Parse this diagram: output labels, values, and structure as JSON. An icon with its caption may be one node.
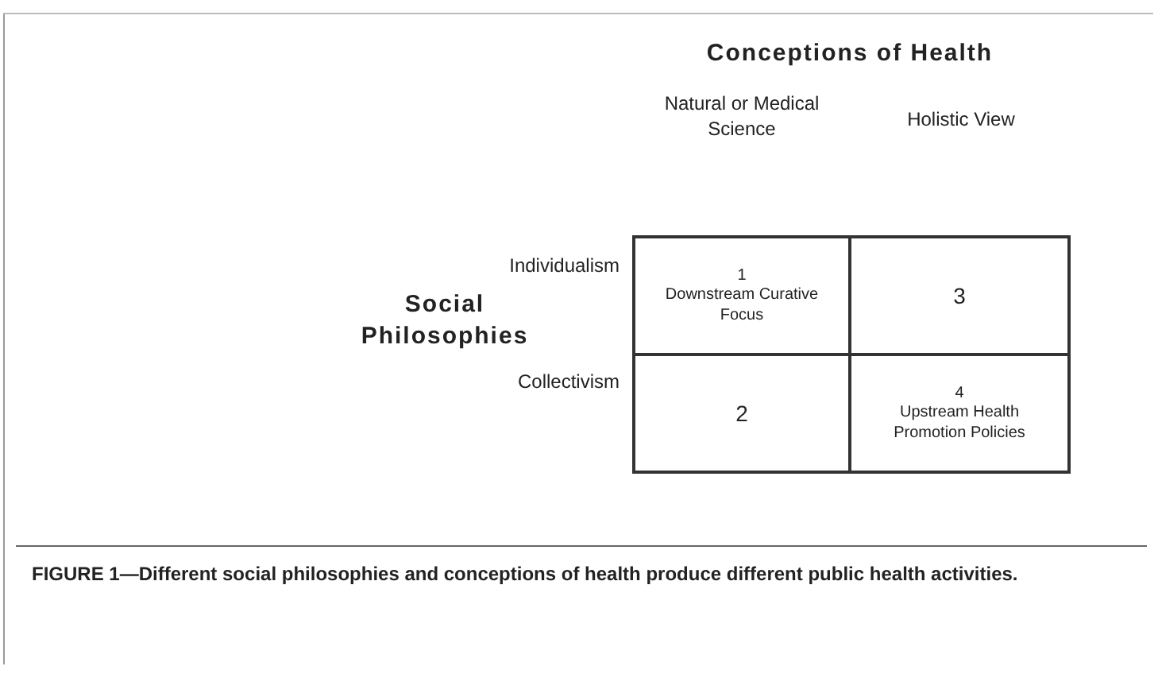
{
  "diagram": {
    "caption": "FIGURE 1—Different social philosophies and conceptions of health produce different public health activities.",
    "nodes": [
      {
        "text": [
          "1",
          "Downstream Curative Focus"
        ]
      },
      {
        "text": [
          "3"
        ]
      },
      {
        "text": [
          "2"
        ]
      },
      {
        "text": [
          "4",
          "Upstream Health Promotion Policies"
        ]
      }
    ],
    "labels": [
      "Conceptions of Health",
      "Natural or Medical Science",
      "Holistic View",
      "Individualism",
      "Social Philosophies",
      "Collectivism"
    ]
  }
}
